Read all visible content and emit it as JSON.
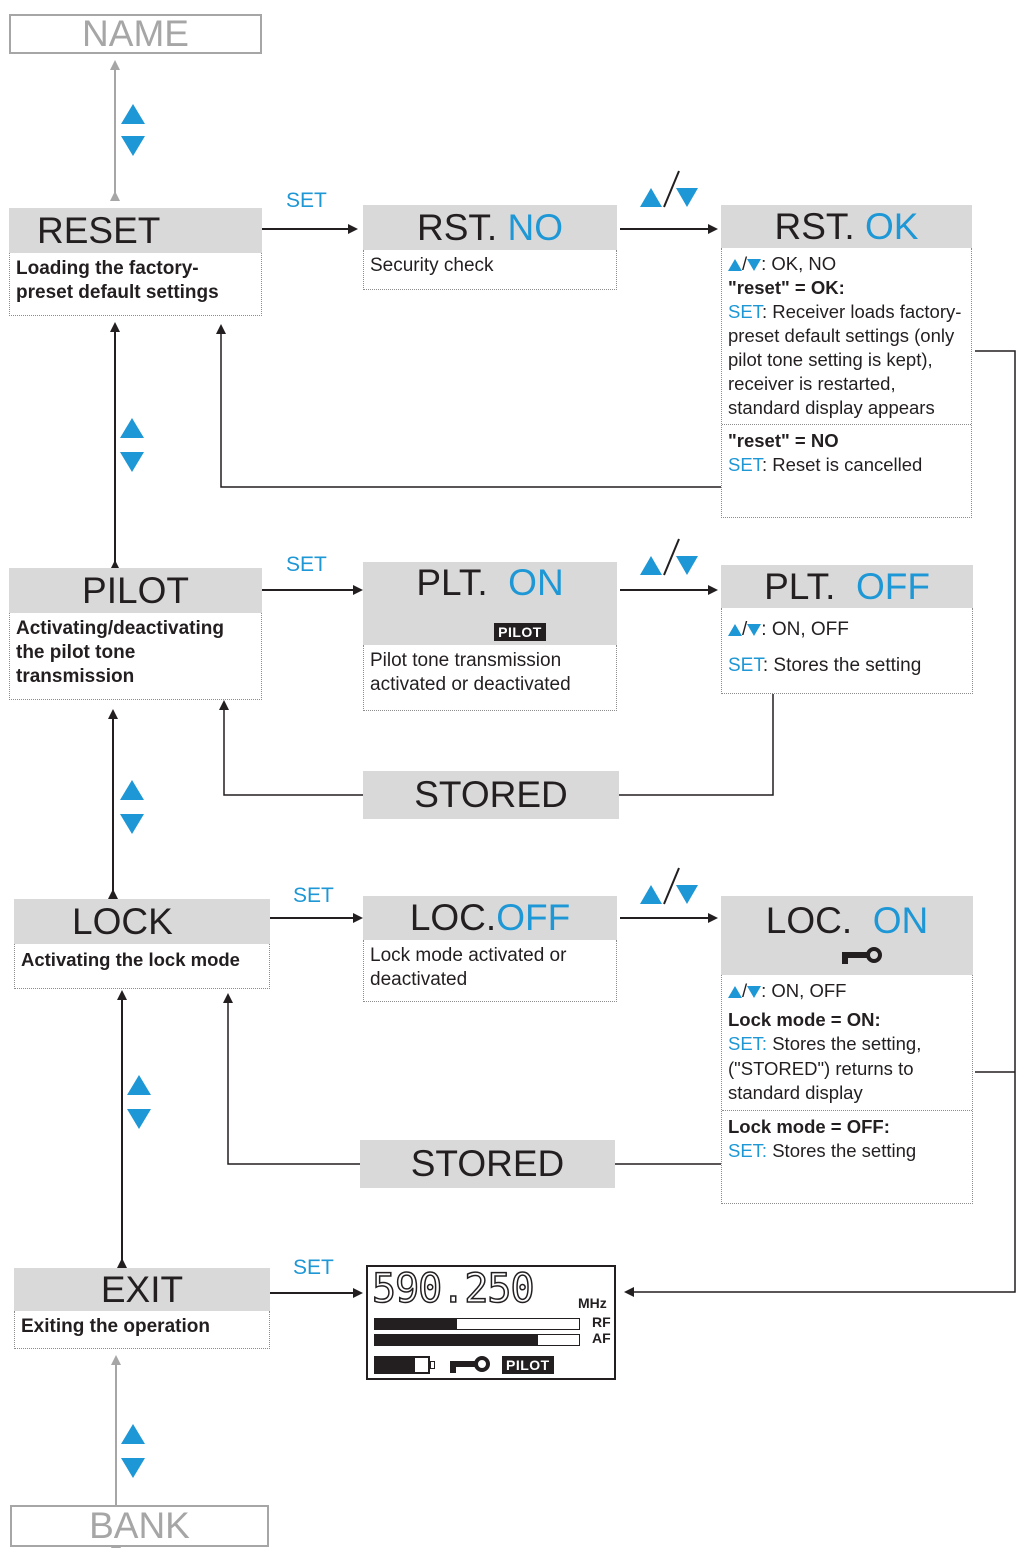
{
  "nodes": {
    "name": "NAME",
    "reset": {
      "title": "RESET",
      "desc": "Loading the factory-preset default settings"
    },
    "pilot": {
      "title": "PILOT",
      "desc": "Activating/deactivating the pilot tone transmission"
    },
    "lock": {
      "title": "LOCK",
      "desc": "Activating the lock mode"
    },
    "exit": {
      "title": "EXIT",
      "desc": "Exiting the operation"
    },
    "bank": "BANK"
  },
  "set_label": "SET",
  "rst_no": {
    "prefix": "RST.",
    "value": "NO",
    "desc": "Security check"
  },
  "rst_ok": {
    "prefix": "RST.",
    "value": "OK",
    "sel_sep": "/",
    "sel_text": ": OK, NO",
    "ok_heading": "\"reset\" = OK:",
    "ok_set": "SET",
    "ok_text": ": Receiver loads factory-preset default settings (only pilot tone setting is kept), receiver is restarted, standard display appears",
    "no_heading": "\"reset\" = NO",
    "no_set": "SET",
    "no_text": ":  Reset is cancelled"
  },
  "plt_on": {
    "prefix": "PLT.",
    "value": "ON",
    "badge": "PILOT",
    "desc": "Pilot tone transmission activated or deactivated"
  },
  "plt_off": {
    "prefix": "PLT.",
    "value": "OFF",
    "sel_sep": "/",
    "sel_text": ": ON, OFF",
    "set": "SET",
    "set_text": ": Stores the setting"
  },
  "stored": "STORED",
  "loc_off": {
    "prefix": "LOC.",
    "value": "OFF",
    "desc": "Lock mode activated or deactivated"
  },
  "loc_on": {
    "prefix": "LOC.",
    "value": "ON",
    "sel_sep": "/",
    "sel_text": ": ON, OFF",
    "on_heading": "Lock mode = ON:",
    "on_set": "SET:",
    "on_text": " Stores the setting, (\"STORED\") returns to standard display",
    "off_heading": "Lock mode = OFF:",
    "off_set": "SET:",
    "off_text": " Stores the setting"
  },
  "display": {
    "frequency": "590.250",
    "unit": "MHz",
    "rf_label": "RF",
    "af_label": "AF",
    "badge": "PILOT",
    "rf_level": 0.4,
    "af_level": 0.8,
    "battery_level": 0.75
  },
  "colors": {
    "accent": "#1d97d5",
    "box": "#d9d9d9",
    "line_dark": "#231f20",
    "line_gray": "#a6a6a6"
  }
}
